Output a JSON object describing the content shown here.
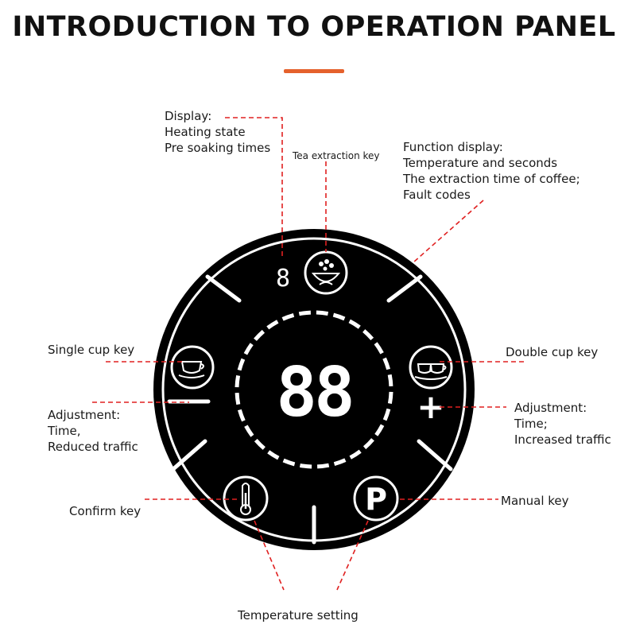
{
  "title": "INTRODUCTION TO OPERATION PANEL",
  "colors": {
    "accent": "#E5612C",
    "leader_line": "#E02020",
    "panel_fill": "#000000",
    "panel_ring": "#FFFFFF"
  },
  "panel": {
    "small_digit": "8",
    "main_digits": "88",
    "minus_symbol": "−",
    "plus_symbol": "+",
    "manual_key_symbol": "P",
    "icons": {
      "tea_extraction": "tea-extraction-icon",
      "single_cup": "single-cup-icon",
      "double_cup": "double-cup-icon",
      "confirm": "thermometer-icon",
      "manual": "p-icon"
    }
  },
  "labels": {
    "display": [
      "Display:",
      "Heating state",
      "Pre soaking times"
    ],
    "tea_extraction_key": "Tea extraction key",
    "function_display": [
      "Function display:",
      "Temperature and seconds",
      "The extraction time of coffee;",
      "Fault codes"
    ],
    "single_cup_key": "Single cup key",
    "double_cup_key": "Double cup key",
    "adjustment_minus": [
      "Adjustment:",
      "Time,",
      "Reduced traffic"
    ],
    "adjustment_plus": [
      "Adjustment:",
      "Time;",
      "Increased traffic"
    ],
    "confirm_key": "Confirm key",
    "manual_key": "Manual key",
    "temperature_setting": "Temperature setting"
  }
}
